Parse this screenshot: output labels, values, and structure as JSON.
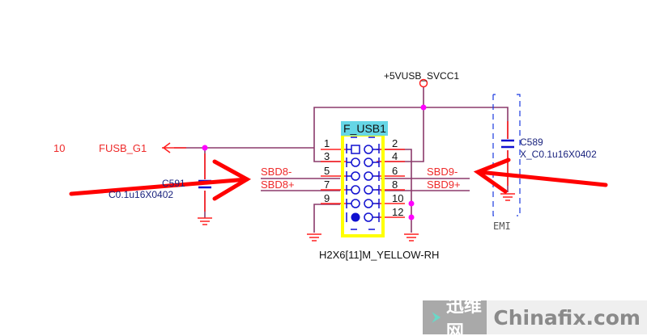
{
  "diagram": {
    "type": "schematic",
    "power_net": "+5VUSB_SVCC1",
    "connector": {
      "refdes": "F_USB1",
      "part": "H2X6[11]M_YELLOW-RH",
      "pins_left": [
        "1",
        "3",
        "5",
        "7",
        "9"
      ],
      "pins_right": [
        "2",
        "4",
        "6",
        "8",
        "10",
        "12"
      ]
    },
    "offpage": {
      "sheet": "10",
      "net": "FUSB_G1"
    },
    "nets": {
      "sbd8_minus": "SBD8-",
      "sbd8_plus": "SBD8+",
      "sbd9_minus": "SBD9-",
      "sbd9_plus": "SBD9+"
    },
    "cap_left": {
      "refdes": "C591",
      "value": "C0.1u16X0402"
    },
    "cap_right": {
      "refdes": "C589",
      "value": "X_C0.1u16X0402"
    },
    "emi_label": "EMI",
    "colors": {
      "wire": "#8b3a6b",
      "pin_red": "#ff2020",
      "label_red": "#ee2a2a",
      "symbol_blue": "#1010d0",
      "junction": "#ff00ff",
      "connector_outline": "#ffff00",
      "refdes_highlight": "#66d6e6",
      "annotation_arrow": "#ff0000"
    }
  },
  "watermark": {
    "cn": "迅维网",
    "en": "Chinafix.com"
  }
}
